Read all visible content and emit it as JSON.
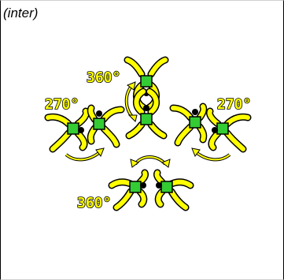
{
  "caption": "(inter)",
  "labels": {
    "top": "360°",
    "left": "270°",
    "right": "270°",
    "bottom": "360°"
  },
  "colors": {
    "suit": "#ffff00",
    "harness": "#33cc33",
    "outline": "#000000",
    "background": "#ffffff"
  }
}
